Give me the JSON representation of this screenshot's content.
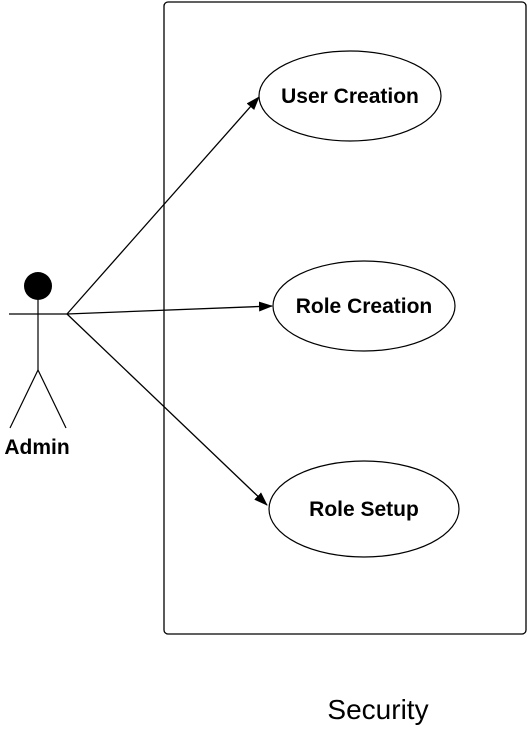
{
  "diagram": {
    "type": "uml-use-case",
    "system": {
      "name": "Security"
    },
    "actor": {
      "name": "Admin"
    },
    "use_cases": [
      {
        "label": "User Creation"
      },
      {
        "label": "Role Creation"
      },
      {
        "label": "Role Setup"
      }
    ],
    "associations": [
      {
        "from": "Admin",
        "to": "User Creation"
      },
      {
        "from": "Admin",
        "to": "Role Creation"
      },
      {
        "from": "Admin",
        "to": "Role Setup"
      }
    ],
    "colors": {
      "stroke": "#000000",
      "background": "#ffffff",
      "actor_head": "#000000"
    }
  }
}
